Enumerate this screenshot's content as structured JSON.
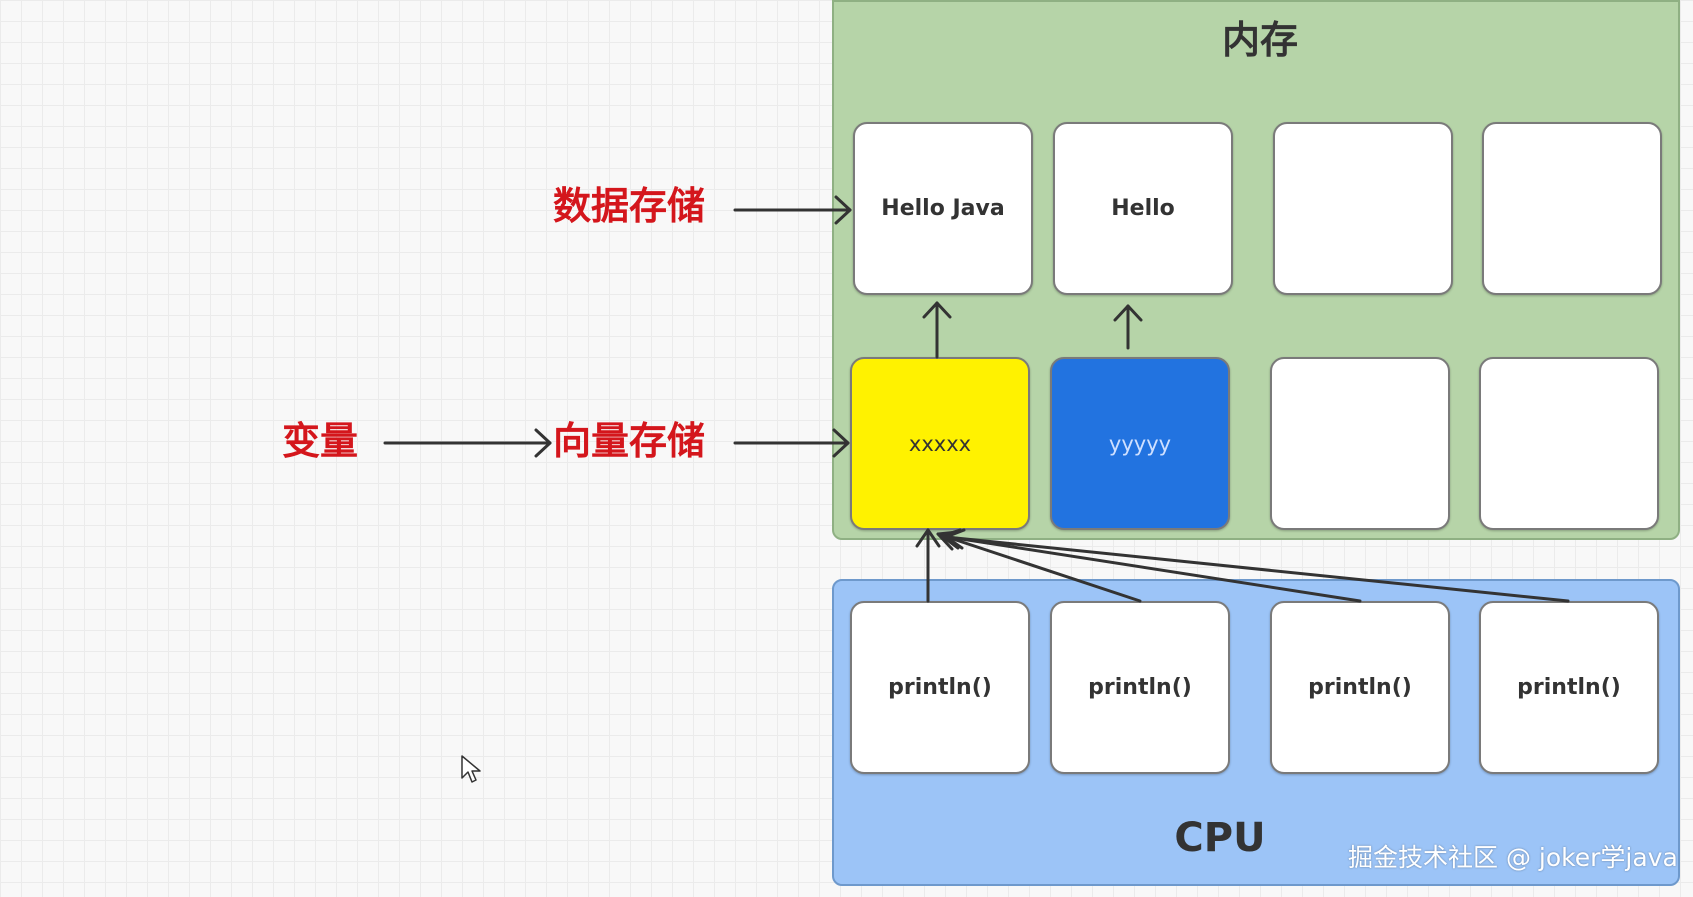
{
  "memory": {
    "title": "内存",
    "top_row": [
      {
        "label": "Hello Java"
      },
      {
        "label": "Hello"
      },
      {
        "label": ""
      },
      {
        "label": ""
      }
    ],
    "bottom_row": [
      {
        "label": "xxxxx",
        "color": "#fff200"
      },
      {
        "label": "yyyyy",
        "color": "#2273e0"
      },
      {
        "label": ""
      },
      {
        "label": ""
      }
    ]
  },
  "cpu": {
    "title": "CPU",
    "cells": [
      {
        "label": "println()"
      },
      {
        "label": "println()"
      },
      {
        "label": "println()"
      },
      {
        "label": "println()"
      }
    ]
  },
  "labels": {
    "data_storage": "数据存储",
    "variable": "变量",
    "vector_storage": "向量存储"
  },
  "colors": {
    "memory_bg": "#b6d4a8",
    "cpu_bg": "#9cc4f7",
    "label_red": "#d4161c"
  },
  "watermark": "掘金技术社区 @ joker学java"
}
